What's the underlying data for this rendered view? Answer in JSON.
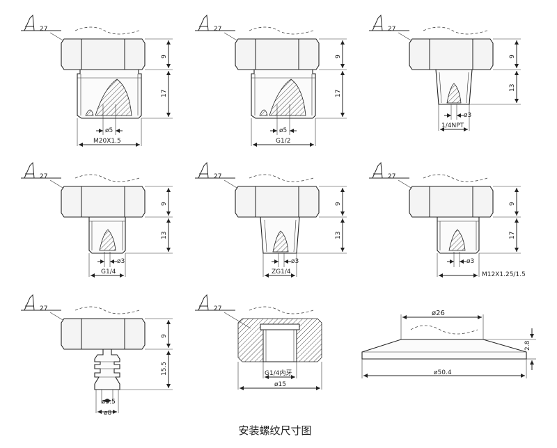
{
  "title": "安装螺纹尺寸图",
  "parts": [
    {
      "surface": "27",
      "hex_height": "9",
      "stem_height": "17",
      "hole": "ø5",
      "thread": "M20X1.5"
    },
    {
      "surface": "27",
      "hex_height": "9",
      "stem_height": "17",
      "hole": "ø5",
      "thread": "G1/2"
    },
    {
      "surface": "27",
      "hex_height": "9",
      "stem_height": "13",
      "hole": "ø3",
      "thread": "1/4NPT"
    },
    {
      "surface": "27",
      "hex_height": "9",
      "stem_height": "13",
      "hole": "ø3",
      "thread": "G1/4"
    },
    {
      "surface": "27",
      "hex_height": "9",
      "stem_height": "13",
      "hole": "ø3",
      "thread": "ZG1/4"
    },
    {
      "surface": "27",
      "hex_height": "9",
      "stem_height": "17",
      "hole": "ø3",
      "thread": "M12X1.25/1.5"
    },
    {
      "surface": "27",
      "hex_height": "9",
      "stem_height": "15.5",
      "inner_dia": "ø5.5",
      "outer_dia": "ø8"
    },
    {
      "surface": "27",
      "thread": "G1/4内牙",
      "outer_dia": "ø15"
    },
    {
      "top_dia": "ø26",
      "height": "2.8",
      "bottom_dia": "ø50.4"
    }
  ]
}
